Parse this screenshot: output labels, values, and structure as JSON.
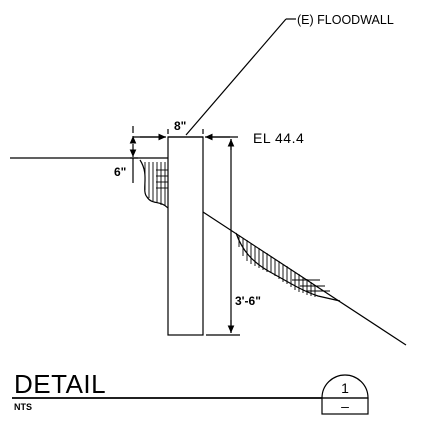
{
  "callout": {
    "label": "(E) FLOODWALL"
  },
  "dimensions": {
    "wall_width": "8\"",
    "offset": "6\"",
    "height": "3'-6\""
  },
  "elevation": {
    "label": "EL  44.4"
  },
  "title_block": {
    "title": "DETAIL",
    "scale": "NTS",
    "detail_number": "1",
    "sheet_reference": "–"
  }
}
